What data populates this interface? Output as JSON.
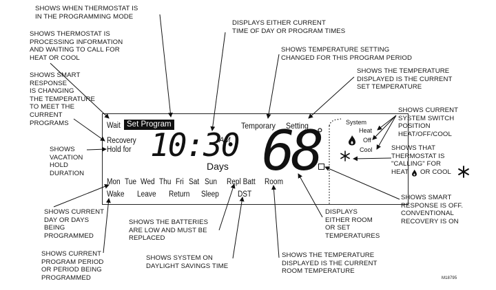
{
  "annotations": {
    "programming_mode": "SHOWS WHEN THERMOSTAT IS\nIN THE PROGRAMMING MODE",
    "processing": "SHOWS THERMOSTAT IS\nPROCESSING INFORMATION\nAND WAITING TO CALL FOR\nHEAT OR COOL",
    "smart_response": "SHOWS SMART\nRESPONSE\nIS CHANGING\nTHE TEMPERATURE\nTO MEET THE\nCURRENT\nPROGRAMS",
    "vacation": "SHOWS\nVACATION\nHOLD\nDURATION",
    "current_day": "SHOWS CURRENT\nDAY OR DAYS\nBEING\nPROGRAMMED",
    "program_period": "SHOWS CURRENT\nPROGRAM PERIOD\nOR PERIOD BEING\nPROGRAMMED",
    "time": "DISPLAYS EITHER CURRENT\nTIME OF DAY OR PROGRAM TIMES",
    "temp_setting": "SHOWS TEMPERATURE SETTING\nCHANGED FOR THIS PROGRAM PERIOD",
    "set_temp": "SHOWS THE TEMPERATURE\nDISPLAYED IS THE CURRENT\nSET TEMPERATURE",
    "switch_position": "SHOWS CURRENT\nSYSTEM SWITCH\nPOSITION\nHEAT/OFF/COOL",
    "calling": "SHOWS THAT\nTHERMOSTAT IS\n\"CALLING\" FOR\nHEAT",
    "calling_tail": "OR COOL",
    "smart_off": "SHOWS SMART\nRESPONSE IS OFF.\nCONVENTIONAL\nRECOVERY IS ON",
    "room_or_set": "DISPLAYS\nEITHER ROOM\nOR SET\nTEMPERATURES",
    "batteries": "SHOWS THE BATTERIES\nARE LOW AND MUST BE\nREPLACED",
    "dst": "SHOWS SYSTEM ON\nDAYLIGHT SAVINGS TIME",
    "room_temp": "SHOWS THE TEMPERATURE\nDISPLAYED IS THE CURRENT\nROOM TEMPERATURE"
  },
  "display": {
    "wait": "Wait",
    "set_program": "Set Program",
    "recovery": "Recovery",
    "hold_for": "Hold for",
    "time": "10:30",
    "am": "AM",
    "days": "Days",
    "temporary": "Temporary",
    "setting": "Setting",
    "temperature": "68",
    "degree": "°",
    "system": "System",
    "heat": "Heat",
    "off": "Off",
    "cool": "Cool",
    "days_list": [
      "Mon",
      "Tue",
      "Wed",
      "Thu",
      "Fri",
      "Sat",
      "Sun"
    ],
    "repl_batt": "Repl Batt",
    "periods": [
      "Wake",
      "Leave",
      "Return",
      "Sleep"
    ],
    "dst": "DST",
    "room": "Room"
  },
  "model_code": "M18795",
  "icons": [
    "flame-icon",
    "snowflake-icon"
  ]
}
